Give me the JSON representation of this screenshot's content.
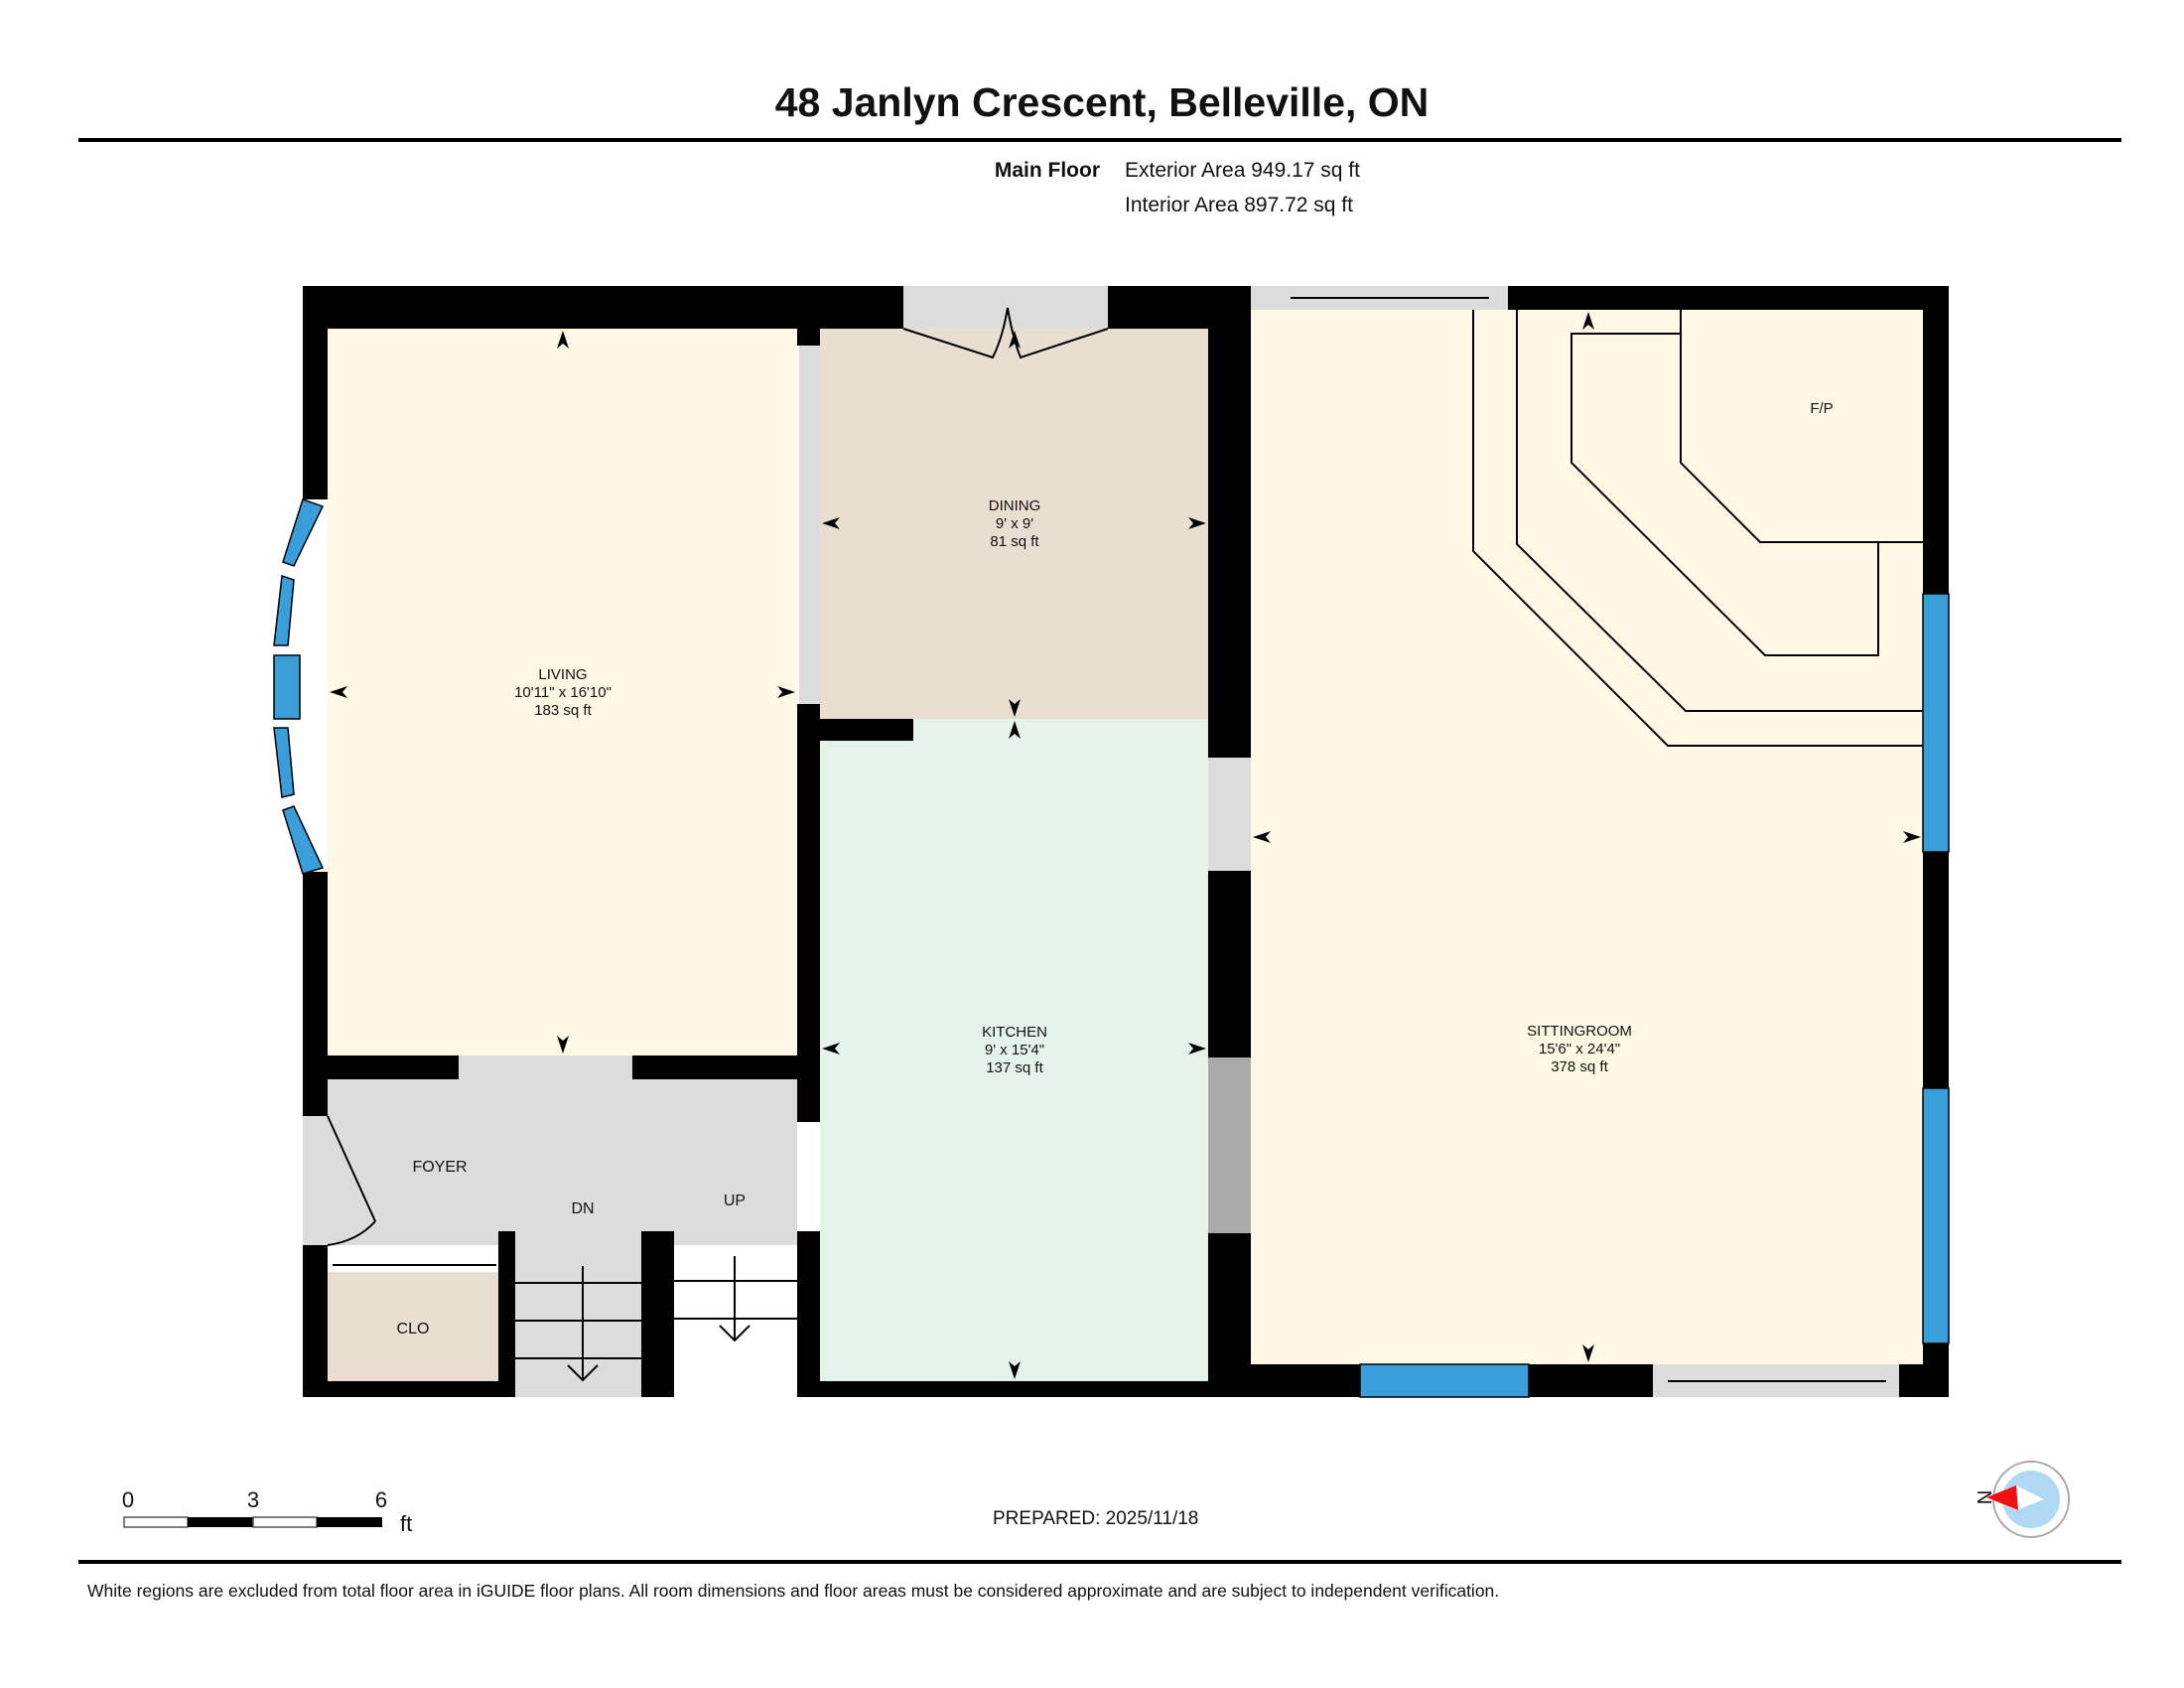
{
  "header": {
    "title": "48 Janlyn Crescent, Belleville, ON",
    "floor_name": "Main Floor",
    "exterior_area": "Exterior Area 949.17 sq ft",
    "interior_area": "Interior Area 897.72 sq ft"
  },
  "rooms": {
    "living": {
      "name": "LIVING",
      "dims": "10'11\" x 16'10\"",
      "area": "183 sq ft"
    },
    "dining": {
      "name": "DINING",
      "dims": "9' x 9'",
      "area": "81 sq ft"
    },
    "kitchen": {
      "name": "KITCHEN",
      "dims": "9' x 15'4\"",
      "area": "137 sq ft"
    },
    "sittingroom": {
      "name": "SITTINGROOM",
      "dims": "15'6\" x 24'4\"",
      "area": "378 sq ft"
    },
    "fireplace": {
      "name": "F/P"
    },
    "foyer": {
      "name": "FOYER"
    },
    "closet": {
      "name": "CLO"
    },
    "stairs_down": {
      "name": "DN"
    },
    "stairs_up": {
      "name": "UP"
    }
  },
  "scale_bar": {
    "ticks": [
      "0",
      "3",
      "6"
    ],
    "unit": "ft"
  },
  "compass": {
    "label": "N"
  },
  "prepared": "PREPARED: 2025/11/18",
  "footer_note": "White regions are excluded from total floor area in iGUIDE floor plans. All room dimensions and floor areas must be considered approximate and are subject to independent verification.",
  "colors": {
    "living": "#fef8e4",
    "dining": "#e8dfd0",
    "kitchen": "#e5f2ea",
    "foyer": "#dcdcdc",
    "window": "#3a9fd8",
    "wall": "#000000"
  }
}
